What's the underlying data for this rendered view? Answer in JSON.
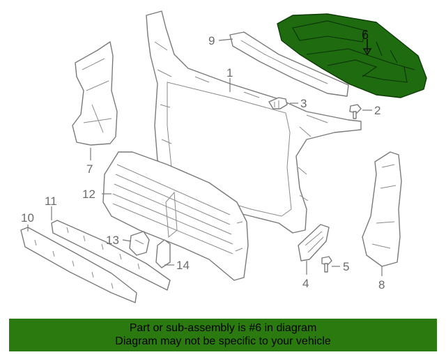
{
  "callouts": [
    {
      "id": "1",
      "text": "1"
    },
    {
      "id": "2",
      "text": "2"
    },
    {
      "id": "3",
      "text": "3"
    },
    {
      "id": "4",
      "text": "4"
    },
    {
      "id": "5",
      "text": "5"
    },
    {
      "id": "6",
      "text": "6"
    },
    {
      "id": "7",
      "text": "7"
    },
    {
      "id": "8",
      "text": "8"
    },
    {
      "id": "9",
      "text": "9"
    },
    {
      "id": "10",
      "text": "10"
    },
    {
      "id": "11",
      "text": "11"
    },
    {
      "id": "12",
      "text": "12"
    },
    {
      "id": "13",
      "text": "13"
    },
    {
      "id": "14",
      "text": "14"
    }
  ],
  "highlighted_part": "6",
  "colors": {
    "highlight": "#1e6b10",
    "banner": "#2a7a10",
    "line": "#7a7a7a"
  },
  "banner": {
    "line1": "Part or sub-assembly is #6 in diagram",
    "line2": "Diagram may not be specific to your vehicle"
  }
}
